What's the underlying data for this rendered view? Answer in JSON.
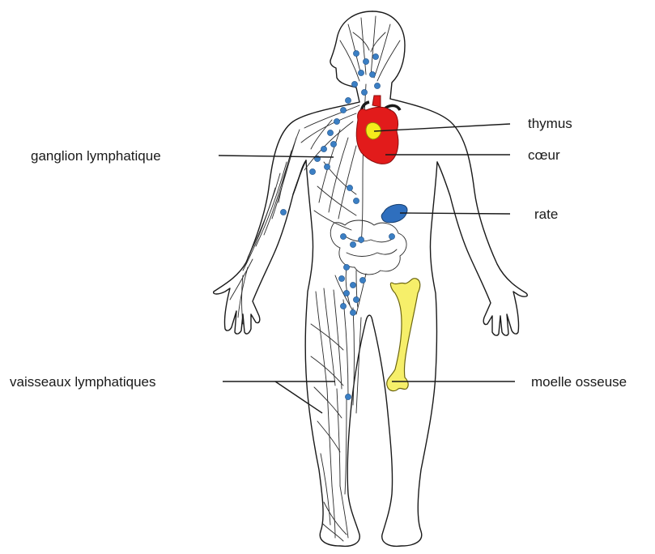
{
  "labels": {
    "lymph_node": "ganglion lymphatique",
    "lymph_vessels": "vaisseaux lymphatiques",
    "thymus": "thymus",
    "heart": "cœur",
    "spleen": "rate",
    "bone_marrow": "moelle osseuse"
  },
  "colors": {
    "lymph_node": "#3b7fc4",
    "heart": "#e21b1b",
    "thymus": "#f4ec1c",
    "spleen": "#2f6fbe",
    "bone_marrow": "#f6ef6a",
    "outline": "#1a1a1a",
    "background": "#ffffff"
  }
}
